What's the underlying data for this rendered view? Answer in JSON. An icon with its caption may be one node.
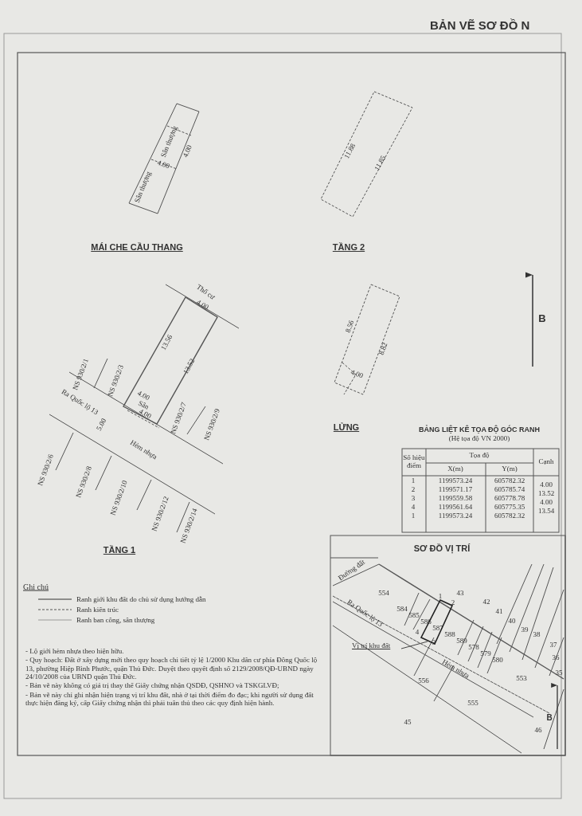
{
  "diagram": {
    "title": "BẢN VẼ SƠ ĐỒ N",
    "nodes": [
      {
        "text": [
          "Vị trí khu đất"
        ]
      },
      {
        "text": [],
        "shape": "box"
      }
    ],
    "edges": [
      {
        "from": 0,
        "to": 1,
        "arrow": "none"
      }
    ],
    "labels": [
      "MÁI CHE CẦU THANG",
      "Sân thượng",
      "4.00",
      "4.00",
      "Sân thượng",
      "TẦNG 2",
      "11.88",
      "11.85",
      "B",
      "8.56",
      "8.82",
      "4.00",
      "LỬNG",
      "Thổ cư",
      "4.00",
      "13.56",
      "13.52",
      "NS 930/2/1",
      "NS 930/2/3",
      "4.00",
      "Sân",
      "4.00",
      "Ra Quốc lộ 13",
      "5.00",
      "NS 930/2/7",
      "NS 930/2/9",
      "Hẻm nhựa",
      "NS 930/2/6",
      "NS 930/2/8",
      "NS 930/2/10",
      "NS 930/2/12",
      "NS 930/2/14",
      "TẦNG 1",
      "BẢNG LIỆT KÊ TỌA ĐỘ GÓC RANH",
      "(Hệ tọa độ VN 2000)",
      "Số hiệu điểm",
      "Tọa độ",
      "Cạnh",
      "X(m)",
      "Y(m)",
      "1",
      "1199573.24",
      "605782.32",
      "4.00",
      "2",
      "1199571.17",
      "605785.74",
      "13.52",
      "3",
      "1199559.58",
      "605778.78",
      "4.00",
      "4",
      "1199561.64",
      "605775.35",
      "13.54",
      "1",
      "1199573.24",
      "605782.32",
      "SƠ ĐỒ VỊ TRÍ",
      "Đường đất",
      "554",
      "43",
      "1",
      "2",
      "42",
      "584",
      "585",
      "41",
      "586",
      "587",
      "40",
      "588",
      "39",
      "38",
      "Ra Quốc lộ 13",
      "4",
      "3",
      "589",
      "578",
      "37",
      "579",
      "580",
      "36",
      "Hẻm nhựa",
      "35",
      "553",
      "556",
      "555",
      "B",
      "45",
      "46",
      "Ghi chú",
      "- Lộ giới hẻm nhựa theo hiện hữu.",
      "- Quy hoạch: Đất ở xây dựng mới theo quy hoạch chi tiết tỷ lệ 1/2000 Khu dân cư phía Đông Quốc lộ 13, phường Hiệp Bình Phước, quận Thủ Đức. Duyệt theo quyết định số 2129/2008/QĐ-UBND ngày 24/10/2008 của UBND quận Thủ Đức.",
      "- Bản vẽ này không có giá trị thay thế Giấy chứng nhận QSDĐ, QSHNO và TSKGLVĐ;",
      "- Bản vẽ này chỉ ghi nhận hiện trạng vị trí khu đất, nhà ở tại thời điểm đo đạc; khi người sử dụng đất thực hiện đăng ký, cấp Giấy chứng nhận thì phải tuân thủ theo các quy định hiện hành."
    ],
    "legend": [
      {
        "text": "Ranh giới khu đất do chủ sử dụng hướng dẫn"
      },
      {
        "text": "Ranh kiến trúc"
      },
      {
        "text": "Ranh ban công, sân thượng"
      }
    ]
  }
}
